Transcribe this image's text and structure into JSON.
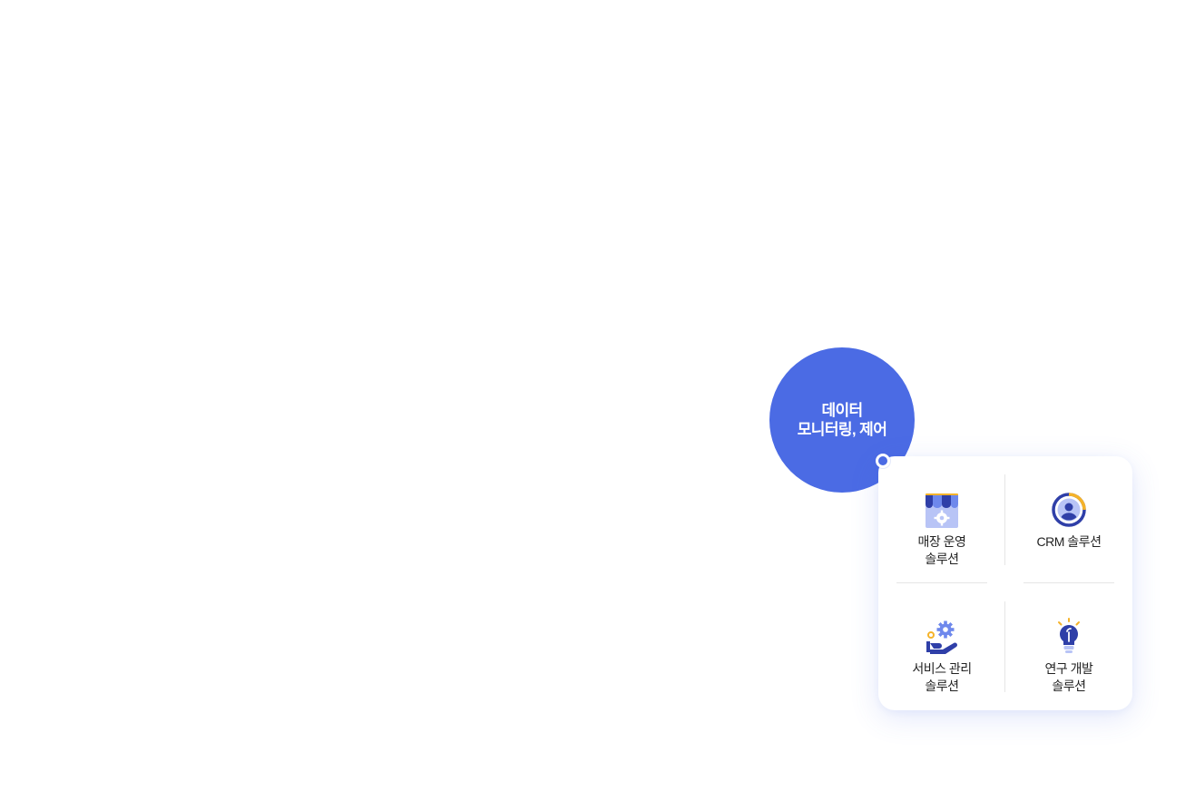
{
  "circle": {
    "line1": "데이터",
    "line2": "모니터링, 제어",
    "color": "#4b6be4"
  },
  "solutions": [
    {
      "icon": "store-gear-icon",
      "line1": "매장 운영",
      "line2": "솔루션"
    },
    {
      "icon": "crm-user-icon",
      "line1": "CRM 솔루션",
      "line2": ""
    },
    {
      "icon": "service-gear-hand-icon",
      "line1": "서비스 관리",
      "line2": "솔루션"
    },
    {
      "icon": "lightbulb-icon",
      "line1": "연구 개발",
      "line2": "솔루션"
    }
  ],
  "colors": {
    "primary": "#4b6be4",
    "navy": "#2f3fa8",
    "light": "#b8c4f6",
    "accent": "#f5b32a"
  }
}
